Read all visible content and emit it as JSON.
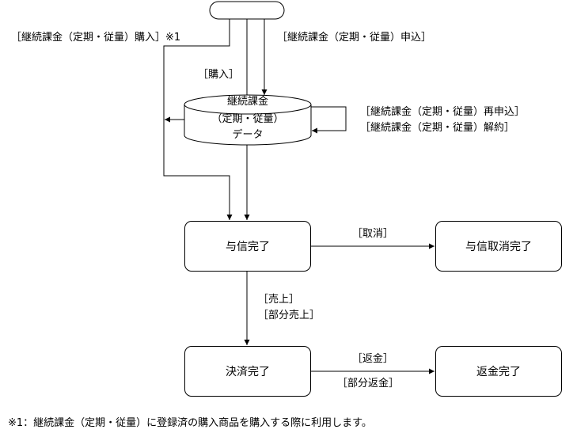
{
  "diagram": {
    "db": {
      "line1": "継続課金",
      "line2": "（定期・従量）",
      "line3": "データ"
    },
    "nodes": {
      "credit_done": "与信完了",
      "credit_cancel_done": "与信取消完了",
      "settlement_done": "決済完了",
      "refund_done": "返金完了"
    },
    "edges": {
      "buy_note": "［継続課金（定期・従量）購入］※1",
      "apply": "［継続課金（定期・従量）申込］",
      "buy": "［購入］",
      "reapply": "［継続課金（定期・従量）再申込］",
      "cancel_contract": "［継続課金（定期・従量）解約］",
      "cancel": "［取消］",
      "sale": "［売上］",
      "partial_sale": "［部分売上］",
      "refund": "［返金］",
      "partial_refund": "［部分返金］"
    },
    "footnote": "※1：継続課金（定期・従量）に登録済の購入商品を購入する際に利用します。"
  }
}
